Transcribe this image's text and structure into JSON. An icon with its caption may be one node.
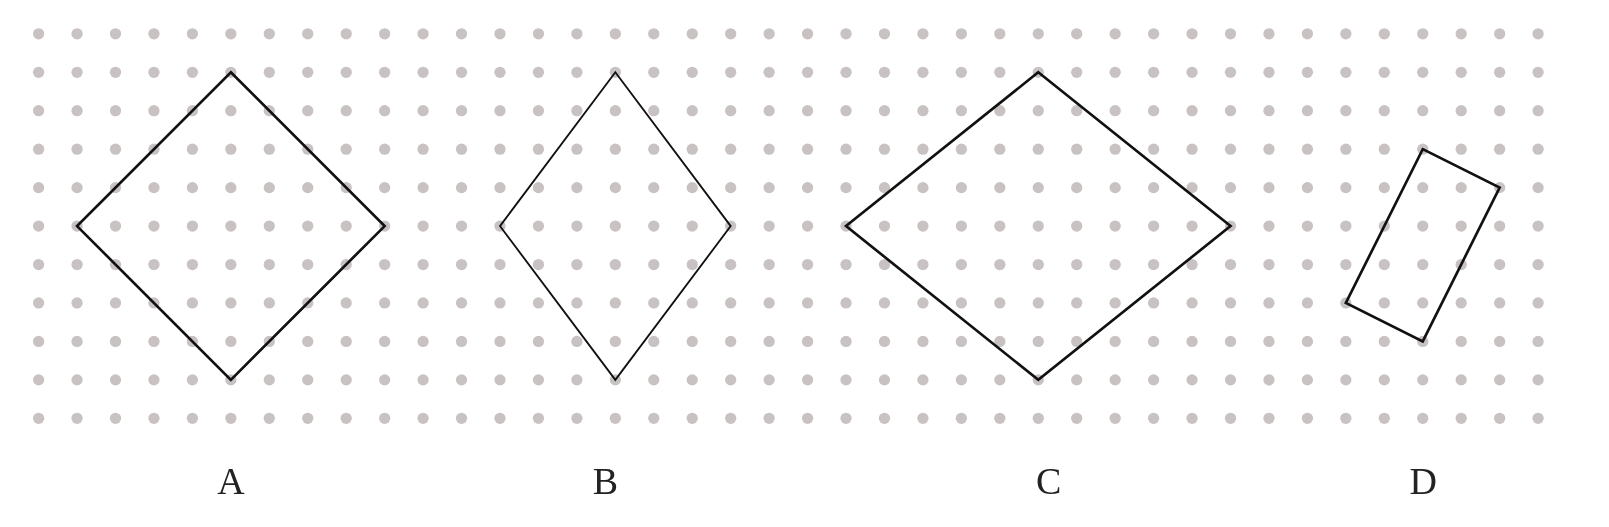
{
  "diagram": {
    "labels": [
      "A",
      "B",
      "C",
      "D"
    ]
  }
}
